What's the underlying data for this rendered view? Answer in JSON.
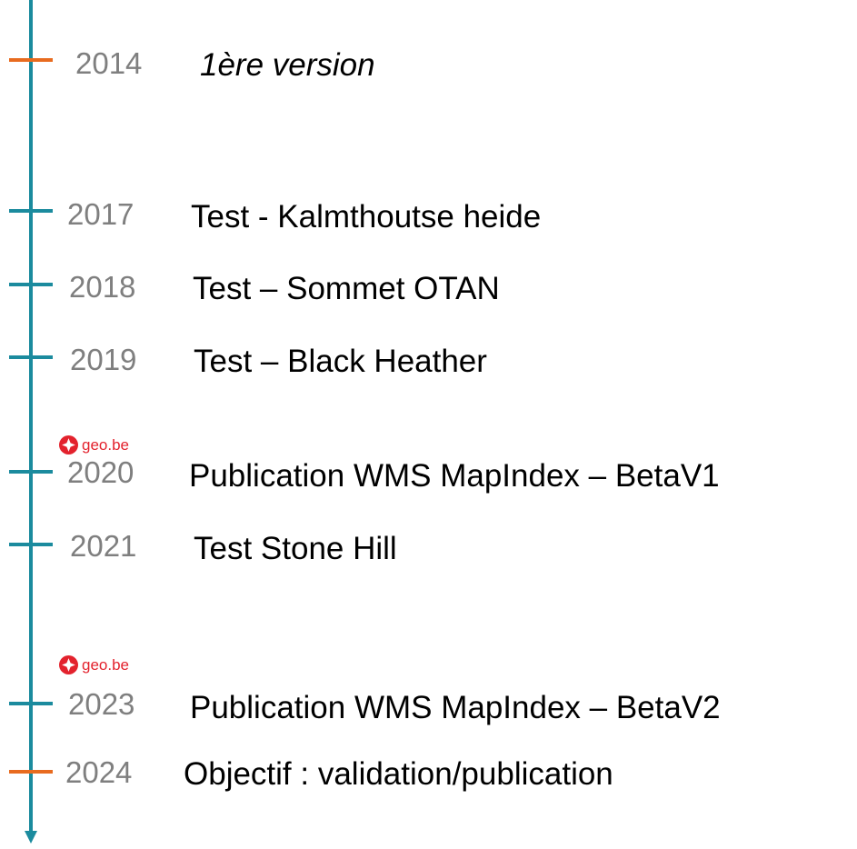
{
  "colors": {
    "axis": "#1B8B9E",
    "highlight_tick": "#E86B1F",
    "year": "#7F7F7F",
    "label": "#000000",
    "logo": "#E3222D"
  },
  "logo": {
    "text": "geo.be",
    "icon": "geo-be-logo-icon"
  },
  "events": [
    {
      "year": "2014",
      "label": "1ère version",
      "italic": true,
      "highlight": true
    },
    {
      "year": "2017",
      "label": "Test - Kalmthoutse heide"
    },
    {
      "year": "2018",
      "label": "Test – Sommet OTAN"
    },
    {
      "year": "2019",
      "label": "Test – Black Heather"
    },
    {
      "year": "2020",
      "label": "Publication WMS MapIndex – BetaV1"
    },
    {
      "year": "2021",
      "label": "Test Stone Hill"
    },
    {
      "year": "2023",
      "label": "Publication WMS MapIndex – BetaV2"
    },
    {
      "year": "2024",
      "label": "Objectif : validation/publication",
      "highlight": true
    }
  ]
}
